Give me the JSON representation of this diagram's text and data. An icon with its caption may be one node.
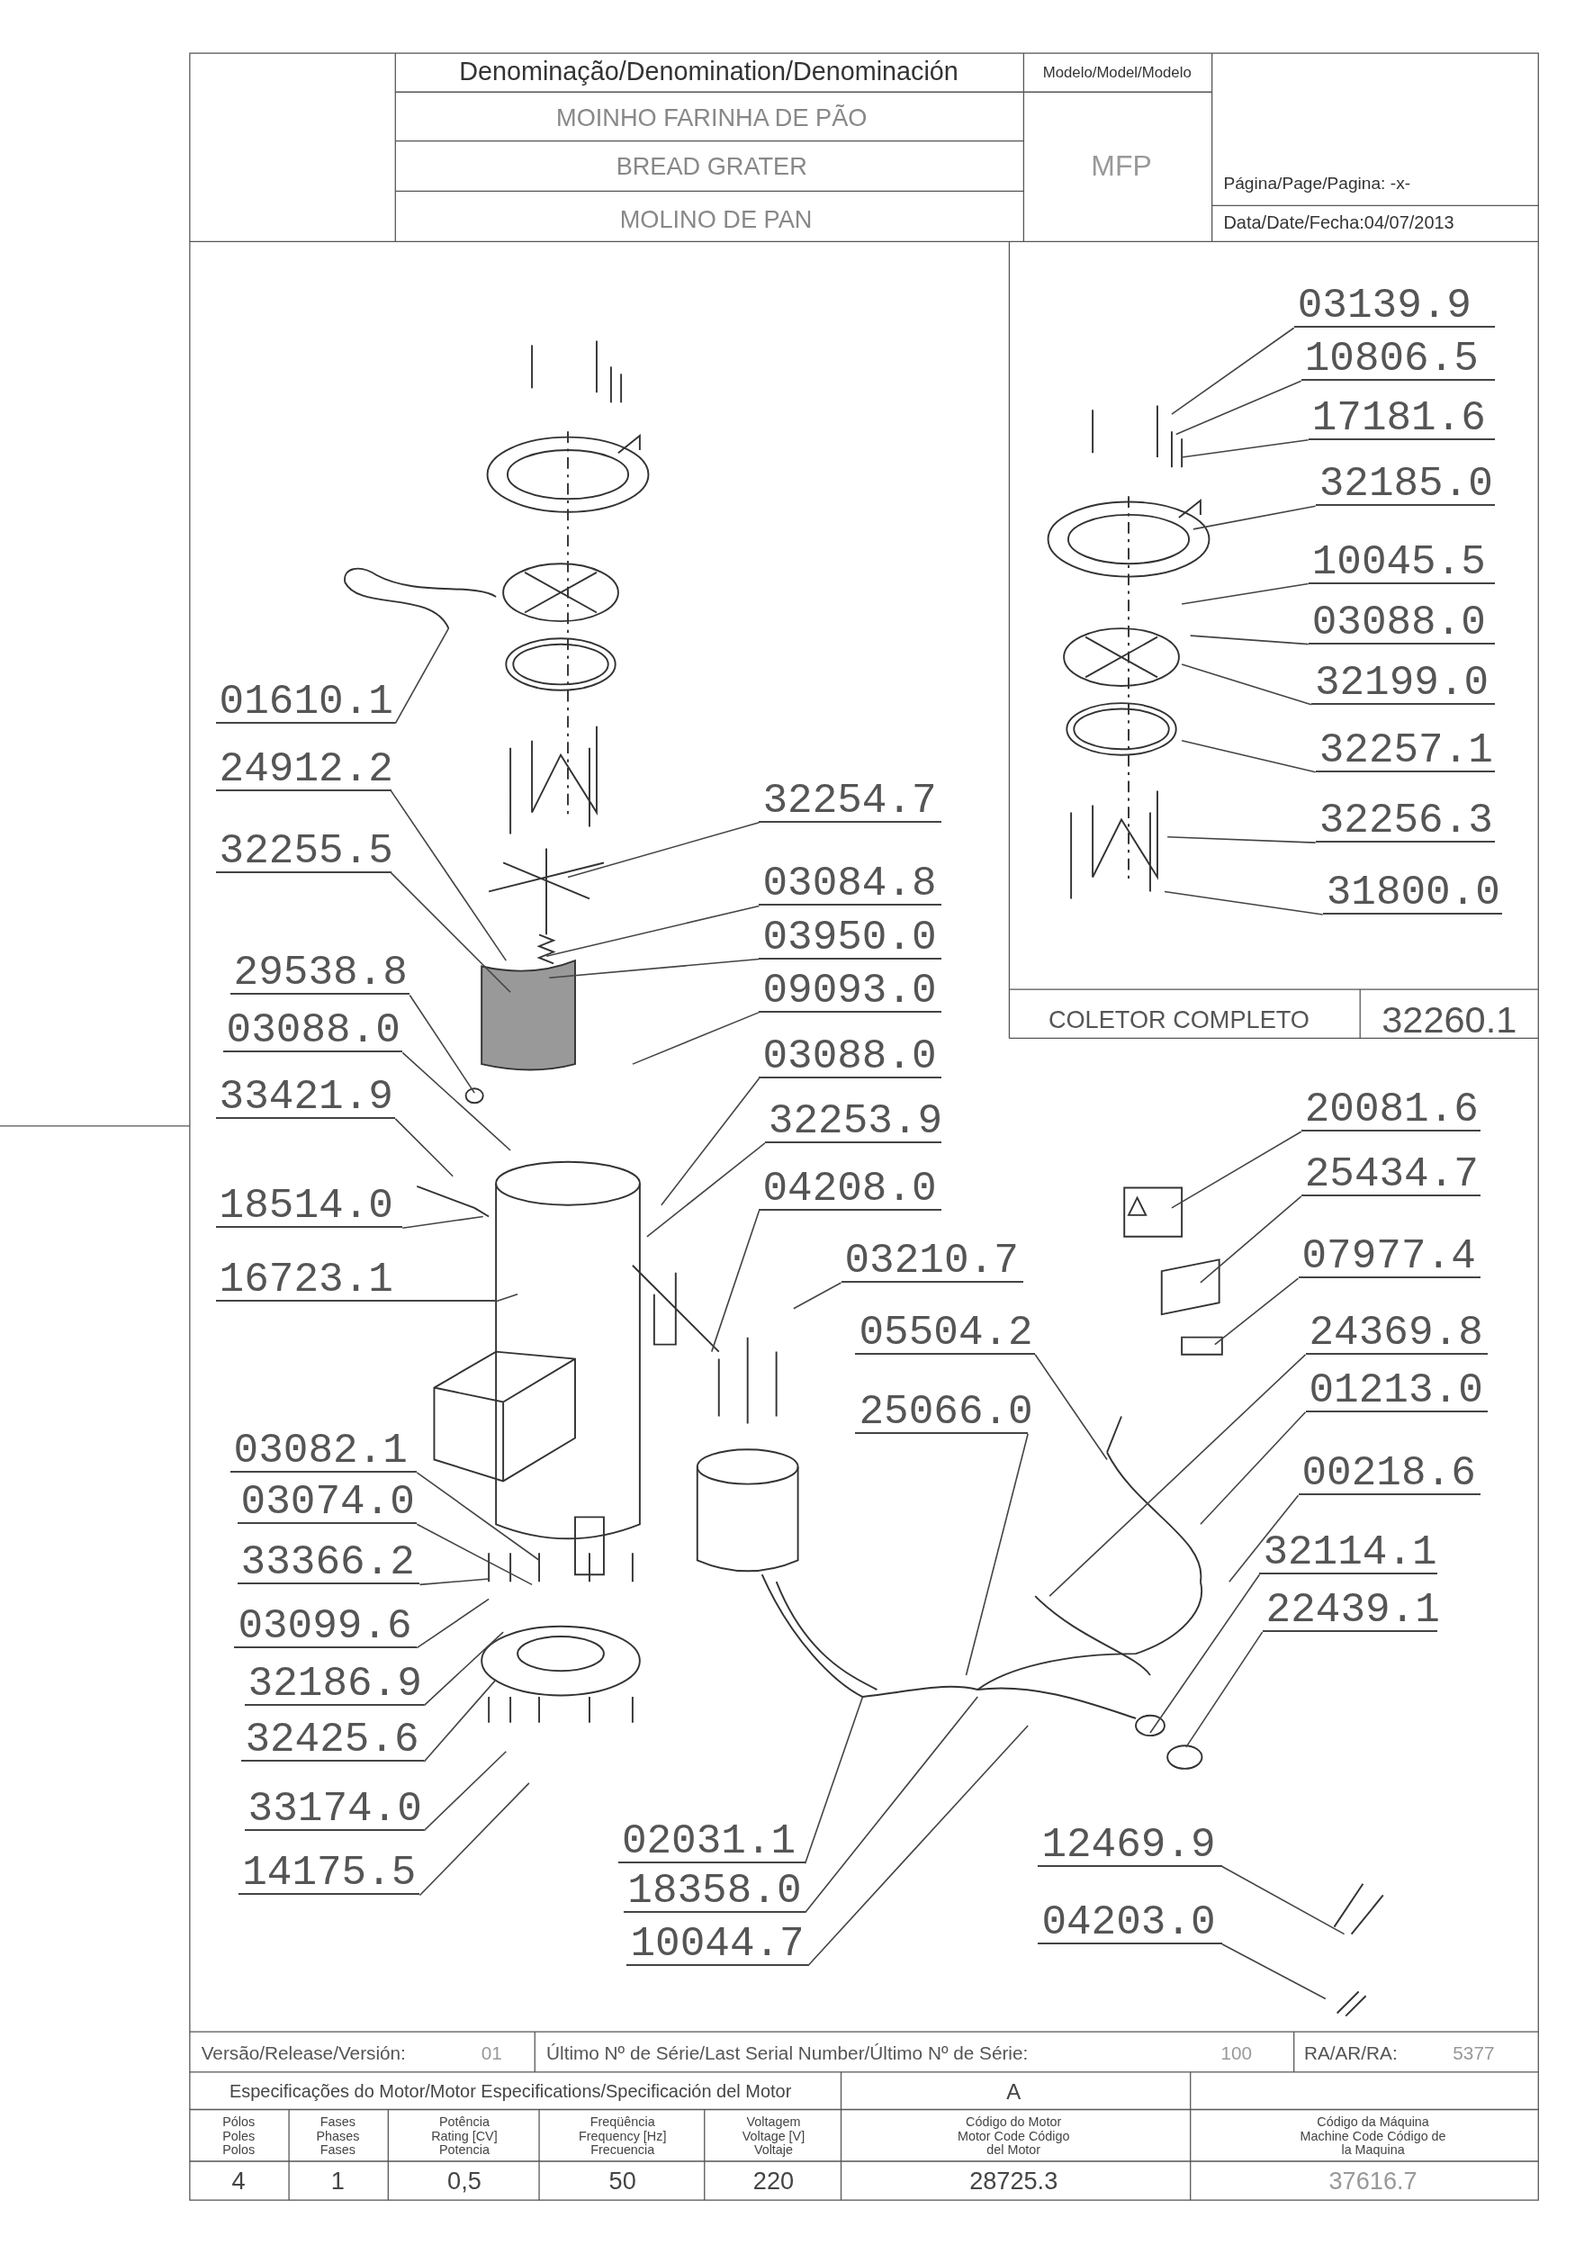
{
  "diagram": {
    "nodes": [
      {
        "text": [
          "03139.9"
        ]
      },
      {
        "text": [
          "10806.5"
        ]
      },
      {
        "text": [
          "17181.6"
        ]
      },
      {
        "text": [
          "32185.0"
        ]
      },
      {
        "text": [
          "10045.5"
        ]
      },
      {
        "text": [
          "03088.0"
        ]
      },
      {
        "text": [
          "32199.0"
        ]
      },
      {
        "text": [
          "32257.1"
        ]
      },
      {
        "text": [
          "32256.3"
        ]
      },
      {
        "text": [
          "31800.0"
        ]
      },
      {
        "text": [
          "01610.1"
        ]
      },
      {
        "text": [
          "24912.2"
        ]
      },
      {
        "text": [
          "32255.5"
        ]
      },
      {
        "text": [
          "29538.8"
        ]
      },
      {
        "text": [
          "03088.0"
        ]
      },
      {
        "text": [
          "33421.9"
        ]
      },
      {
        "text": [
          "18514.0"
        ]
      },
      {
        "text": [
          "16723.1"
        ]
      },
      {
        "text": [
          "32254.7"
        ]
      },
      {
        "text": [
          "03084.8"
        ]
      },
      {
        "text": [
          "03950.0"
        ]
      },
      {
        "text": [
          "09093.0"
        ]
      },
      {
        "text": [
          "03088.0"
        ]
      },
      {
        "text": [
          "32253.9"
        ]
      },
      {
        "text": [
          "04208.0"
        ]
      },
      {
        "text": [
          "03210.7"
        ]
      },
      {
        "text": [
          "05504.2"
        ]
      },
      {
        "text": [
          "25066.0"
        ]
      },
      {
        "text": [
          "20081.6"
        ]
      },
      {
        "text": [
          "25434.7"
        ]
      },
      {
        "text": [
          "07977.4"
        ]
      },
      {
        "text": [
          "24369.8"
        ]
      },
      {
        "text": [
          "01213.0"
        ]
      },
      {
        "text": [
          "00218.6"
        ]
      },
      {
        "text": [
          "32114.1"
        ]
      },
      {
        "text": [
          "22439.1"
        ]
      },
      {
        "text": [
          "03082.1"
        ]
      },
      {
        "text": [
          "03074.0"
        ]
      },
      {
        "text": [
          "33366.2"
        ]
      },
      {
        "text": [
          "03099.6"
        ]
      },
      {
        "text": [
          "32186.9"
        ]
      },
      {
        "text": [
          "32425.6"
        ]
      },
      {
        "text": [
          "33174.0"
        ]
      },
      {
        "text": [
          "14175.5"
        ]
      },
      {
        "text": [
          "02031.1"
        ]
      },
      {
        "text": [
          "18358.0"
        ]
      },
      {
        "text": [
          "10044.7"
        ]
      },
      {
        "text": [
          "12469.9"
        ]
      },
      {
        "text": [
          "04203.0"
        ]
      }
    ],
    "edges": [
      {
        "from": 0,
        "to": null,
        "arrow": "none"
      },
      {
        "from": 1,
        "to": null,
        "arrow": "none"
      },
      {
        "from": 2,
        "to": null,
        "arrow": "none"
      },
      {
        "from": 3,
        "to": null,
        "arrow": "none"
      },
      {
        "from": 4,
        "to": null,
        "arrow": "none"
      },
      {
        "from": 5,
        "to": null,
        "arrow": "none"
      },
      {
        "from": 6,
        "to": null,
        "arrow": "none"
      },
      {
        "from": 7,
        "to": null,
        "arrow": "none"
      },
      {
        "from": 8,
        "to": null,
        "arrow": "none"
      },
      {
        "from": 9,
        "to": null,
        "arrow": "none"
      },
      {
        "from": 10,
        "to": null,
        "arrow": "none"
      },
      {
        "from": 11,
        "to": null,
        "arrow": "none"
      },
      {
        "from": 12,
        "to": null,
        "arrow": "none"
      },
      {
        "from": 13,
        "to": null,
        "arrow": "none"
      },
      {
        "from": 14,
        "to": null,
        "arrow": "none"
      },
      {
        "from": 15,
        "to": null,
        "arrow": "none"
      },
      {
        "from": 16,
        "to": null,
        "arrow": "none"
      },
      {
        "from": 17,
        "to": null,
        "arrow": "none"
      },
      {
        "from": 18,
        "to": null,
        "arrow": "none"
      },
      {
        "from": 19,
        "to": null,
        "arrow": "none"
      },
      {
        "from": 20,
        "to": null,
        "arrow": "none"
      },
      {
        "from": 21,
        "to": null,
        "arrow": "none"
      },
      {
        "from": 22,
        "to": null,
        "arrow": "none"
      },
      {
        "from": 23,
        "to": null,
        "arrow": "none"
      },
      {
        "from": 24,
        "to": null,
        "arrow": "none"
      },
      {
        "from": 25,
        "to": null,
        "arrow": "none"
      },
      {
        "from": 26,
        "to": null,
        "arrow": "none"
      },
      {
        "from": 27,
        "to": null,
        "arrow": "none"
      },
      {
        "from": 28,
        "to": null,
        "arrow": "none"
      },
      {
        "from": 29,
        "to": null,
        "arrow": "none"
      },
      {
        "from": 30,
        "to": null,
        "arrow": "none"
      },
      {
        "from": 31,
        "to": null,
        "arrow": "none"
      },
      {
        "from": 32,
        "to": null,
        "arrow": "none"
      },
      {
        "from": 33,
        "to": null,
        "arrow": "none"
      },
      {
        "from": 34,
        "to": null,
        "arrow": "none"
      },
      {
        "from": 35,
        "to": null,
        "arrow": "none"
      },
      {
        "from": 36,
        "to": null,
        "arrow": "none"
      },
      {
        "from": 37,
        "to": null,
        "arrow": "none"
      },
      {
        "from": 38,
        "to": null,
        "arrow": "none"
      },
      {
        "from": 39,
        "to": null,
        "arrow": "none"
      },
      {
        "from": 40,
        "to": null,
        "arrow": "none"
      },
      {
        "from": 41,
        "to": null,
        "arrow": "none"
      },
      {
        "from": 42,
        "to": null,
        "arrow": "none"
      },
      {
        "from": 43,
        "to": null,
        "arrow": "none"
      },
      {
        "from": 44,
        "to": null,
        "arrow": "none"
      },
      {
        "from": 45,
        "to": null,
        "arrow": "none"
      },
      {
        "from": 46,
        "to": null,
        "arrow": "none"
      },
      {
        "from": 47,
        "to": null,
        "arrow": "none"
      },
      {
        "from": 48,
        "to": null,
        "arrow": "none"
      }
    ],
    "labels": [
      "Denominação/Denomination/Denominación",
      "MOINHO FARINHA DE PÃO",
      "BREAD GRATER",
      "MOLINO DE PAN",
      "Modelo/Model/Modelo",
      "MFP",
      "Página/Page/Pagina: -x-",
      "Data/Date/Fecha:04/07/2013",
      "COLETOR COMPLETO",
      "32260.1",
      "Versão/Release/Versión:",
      "01",
      "Último Nº de Série/Last Serial Number/Último Nº de Série:",
      "100",
      "RA/AR/RA:",
      "5377",
      "Especificações do Motor/Motor Especifications/Specificación del Motor",
      "A",
      "Pólos Poles Polos",
      "Fases Phases Fases",
      "Potência Rating [CV] Potencia",
      "Freqüência Frequency [Hz] Frecuencia",
      "Voltagem Voltage [V] Voltaje",
      "Código do Motor Motor Code Código del Motor",
      "Código da Máquina Machine Code Código de la Maquina",
      "4",
      "1",
      "0,5",
      "50",
      "220",
      "28725.3",
      "37616.7"
    ]
  }
}
